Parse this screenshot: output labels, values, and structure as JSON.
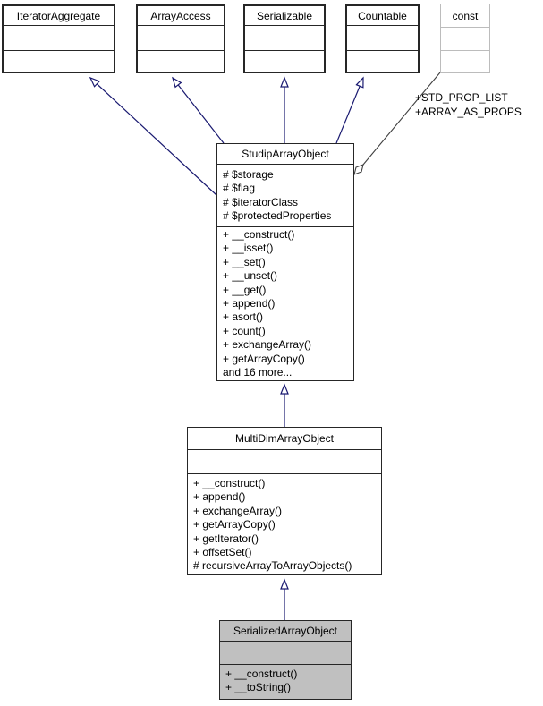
{
  "nodes": {
    "iterator_aggregate": {
      "title": "IteratorAggregate"
    },
    "array_access": {
      "title": "ArrayAccess"
    },
    "serializable": {
      "title": "Serializable"
    },
    "countable": {
      "title": "Countable"
    },
    "const_box": {
      "title": "const"
    },
    "studip_array_object": {
      "title": "StudipArrayObject",
      "attributes": [
        "# $storage",
        "# $flag",
        "# $iteratorClass",
        "# $protectedProperties"
      ],
      "methods": [
        "+ __construct()",
        "+ __isset()",
        "+ __set()",
        "+ __unset()",
        "+ __get()",
        "+ append()",
        "+ asort()",
        "+ count()",
        "+ exchangeArray()",
        "+ getArrayCopy()",
        "and 16 more..."
      ]
    },
    "multi_dim_array_object": {
      "title": "MultiDimArrayObject",
      "attributes": [],
      "methods": [
        "+ __construct()",
        "+ append()",
        "+ exchangeArray()",
        "+ getArrayCopy()",
        "+ getIterator()",
        "+ offsetSet()",
        "# recursiveArrayToArrayObjects()"
      ]
    },
    "serialized_array_object": {
      "title": "SerializedArrayObject",
      "attributes": [],
      "methods": [
        "+ __construct()",
        "+ __toString()"
      ]
    }
  },
  "edge_labels": {
    "const_members": [
      "+STD_PROP_LIST",
      "+ARRAY_AS_PROPS"
    ]
  },
  "colors": {
    "inheritance_edge": "#191970",
    "usage_edge": "#3f3f3f",
    "box_border": "#262626",
    "const_border": "#bcbcbc",
    "highlight_fill": "#c0c0c0",
    "background": "#ffffff"
  }
}
